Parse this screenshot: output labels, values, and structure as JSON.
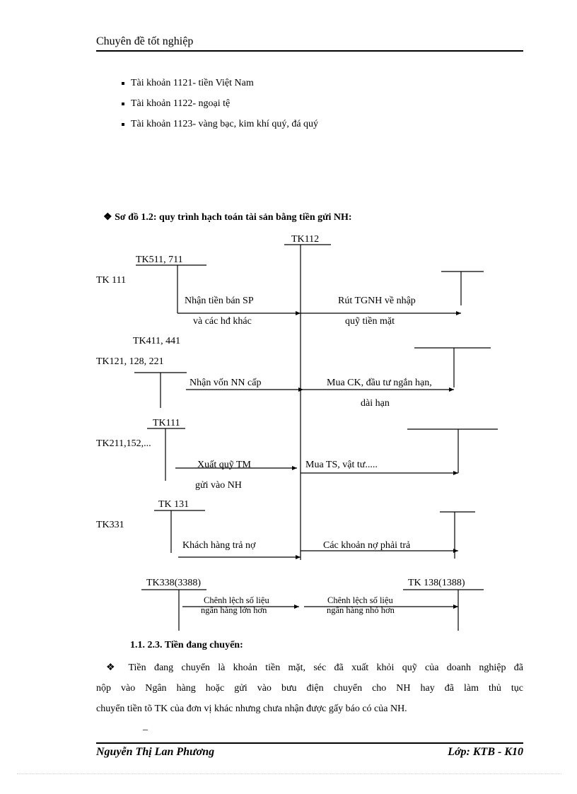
{
  "header": {
    "title": "Chuyên đề tốt nghiệp"
  },
  "accounts": [
    "Tài khoản 1121- tiền Việt Nam",
    "Tài khoản 1122- ngoại tệ",
    "Tài khoản 1123- vàng bạc, kim khí quý, đá quý"
  ],
  "diagram": {
    "marker": "❖",
    "title": "Sơ đồ 1.2:  quy trình hạch toán tài sản bằng tiền gửi NH:",
    "center_account": "TK112",
    "labels": {
      "tk511_711": "TK511, 711",
      "tk111_a": "TK 111",
      "nhan_tien_ban_sp": "Nhận tiền bán SP",
      "va_cac_hd_khac": "và các hđ khác",
      "rut_tgnh": "Rút TGNH về nhập",
      "quy_tien_mat": "quỹ tiền mặt",
      "tk411_441": "TK411, 441",
      "tk121_128_221": "TK121, 128, 221",
      "nhan_von_nn": "Nhận vốn NN cấp",
      "mua_ck": "Mua CK, đầu tư ngắn hạn,",
      "dai_han": "dài hạn",
      "tk111_b": "TK111",
      "tk211_152": "TK211,152,...",
      "xuat_quy_tm": "Xuất quỹ TM",
      "gui_vao_nh": "gửi vào NH",
      "mua_ts": "Mua TS, vật tư.....",
      "tk131": "TK 131",
      "tk331": "TK331",
      "khach_hang_tra_no": "Khách hàng trả nợ",
      "cac_khoan_no": "Các khoản nợ phải trả",
      "tk338": "TK338(3388)",
      "tk138": "TK 138(1388)",
      "chenh_lech_1": "Chênh lệch số liệu",
      "ngan_hang_lon": "ngân hàng lớn hơn",
      "chenh_lech_2": "Chênh lệch số liệu",
      "ngan_hang_nho": "ngân hàng nhỏ hơn"
    }
  },
  "section": {
    "heading": "1.1. 2.3. Tiền đang chuyển:"
  },
  "paragraph": {
    "marker": "❖",
    "line1": " Tiền đang chuyển là khoản tiền mặt, séc đã xuất khỏi quỹ của doanh nghiệp đã",
    "line2": "nộp vào Ngân hàng hoặc gửi vào bưu điện chuyển cho NH hay đã làm thủ tục",
    "line3": "chuyển tiền tõ TK của đơn vị khác nhưng chưa nhận được gấy báo có của NH."
  },
  "dash": "_",
  "footer": {
    "author": "Nguyễn Thị Lan Phương",
    "class_label": "Lớp: KTB - K10"
  }
}
